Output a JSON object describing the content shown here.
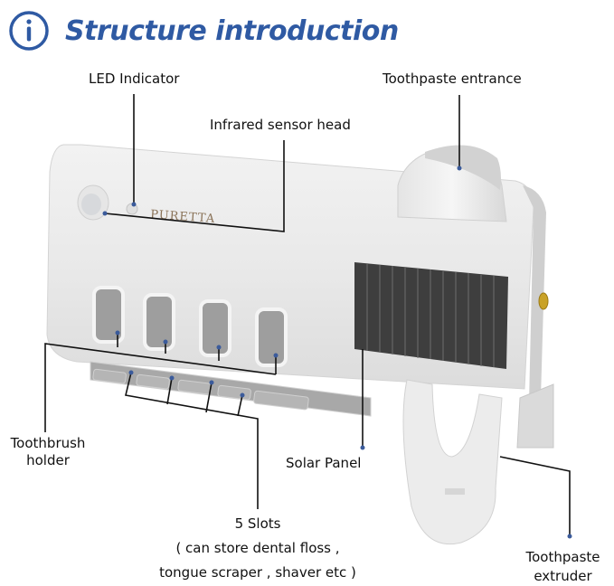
{
  "header": {
    "icon": "info-icon",
    "title": "Structure introduction",
    "accent_color": "#2f5aa3"
  },
  "product": {
    "brand_text": "PURETTA"
  },
  "callouts": {
    "led_indicator": "LED Indicator",
    "infrared_sensor": "Infrared sensor head",
    "toothpaste_entrance": "Toothpaste entrance",
    "toothbrush_holder_line1": "Toothbrush",
    "toothbrush_holder_line2": "holder",
    "solar_panel": "Solar Panel",
    "slots_line1": "5 Slots",
    "slots_line2": "( can store dental floss ,",
    "slots_line3": "tongue scraper , shaver etc  )",
    "extruder_line1": "Toothpaste",
    "extruder_line2": "extruder"
  }
}
